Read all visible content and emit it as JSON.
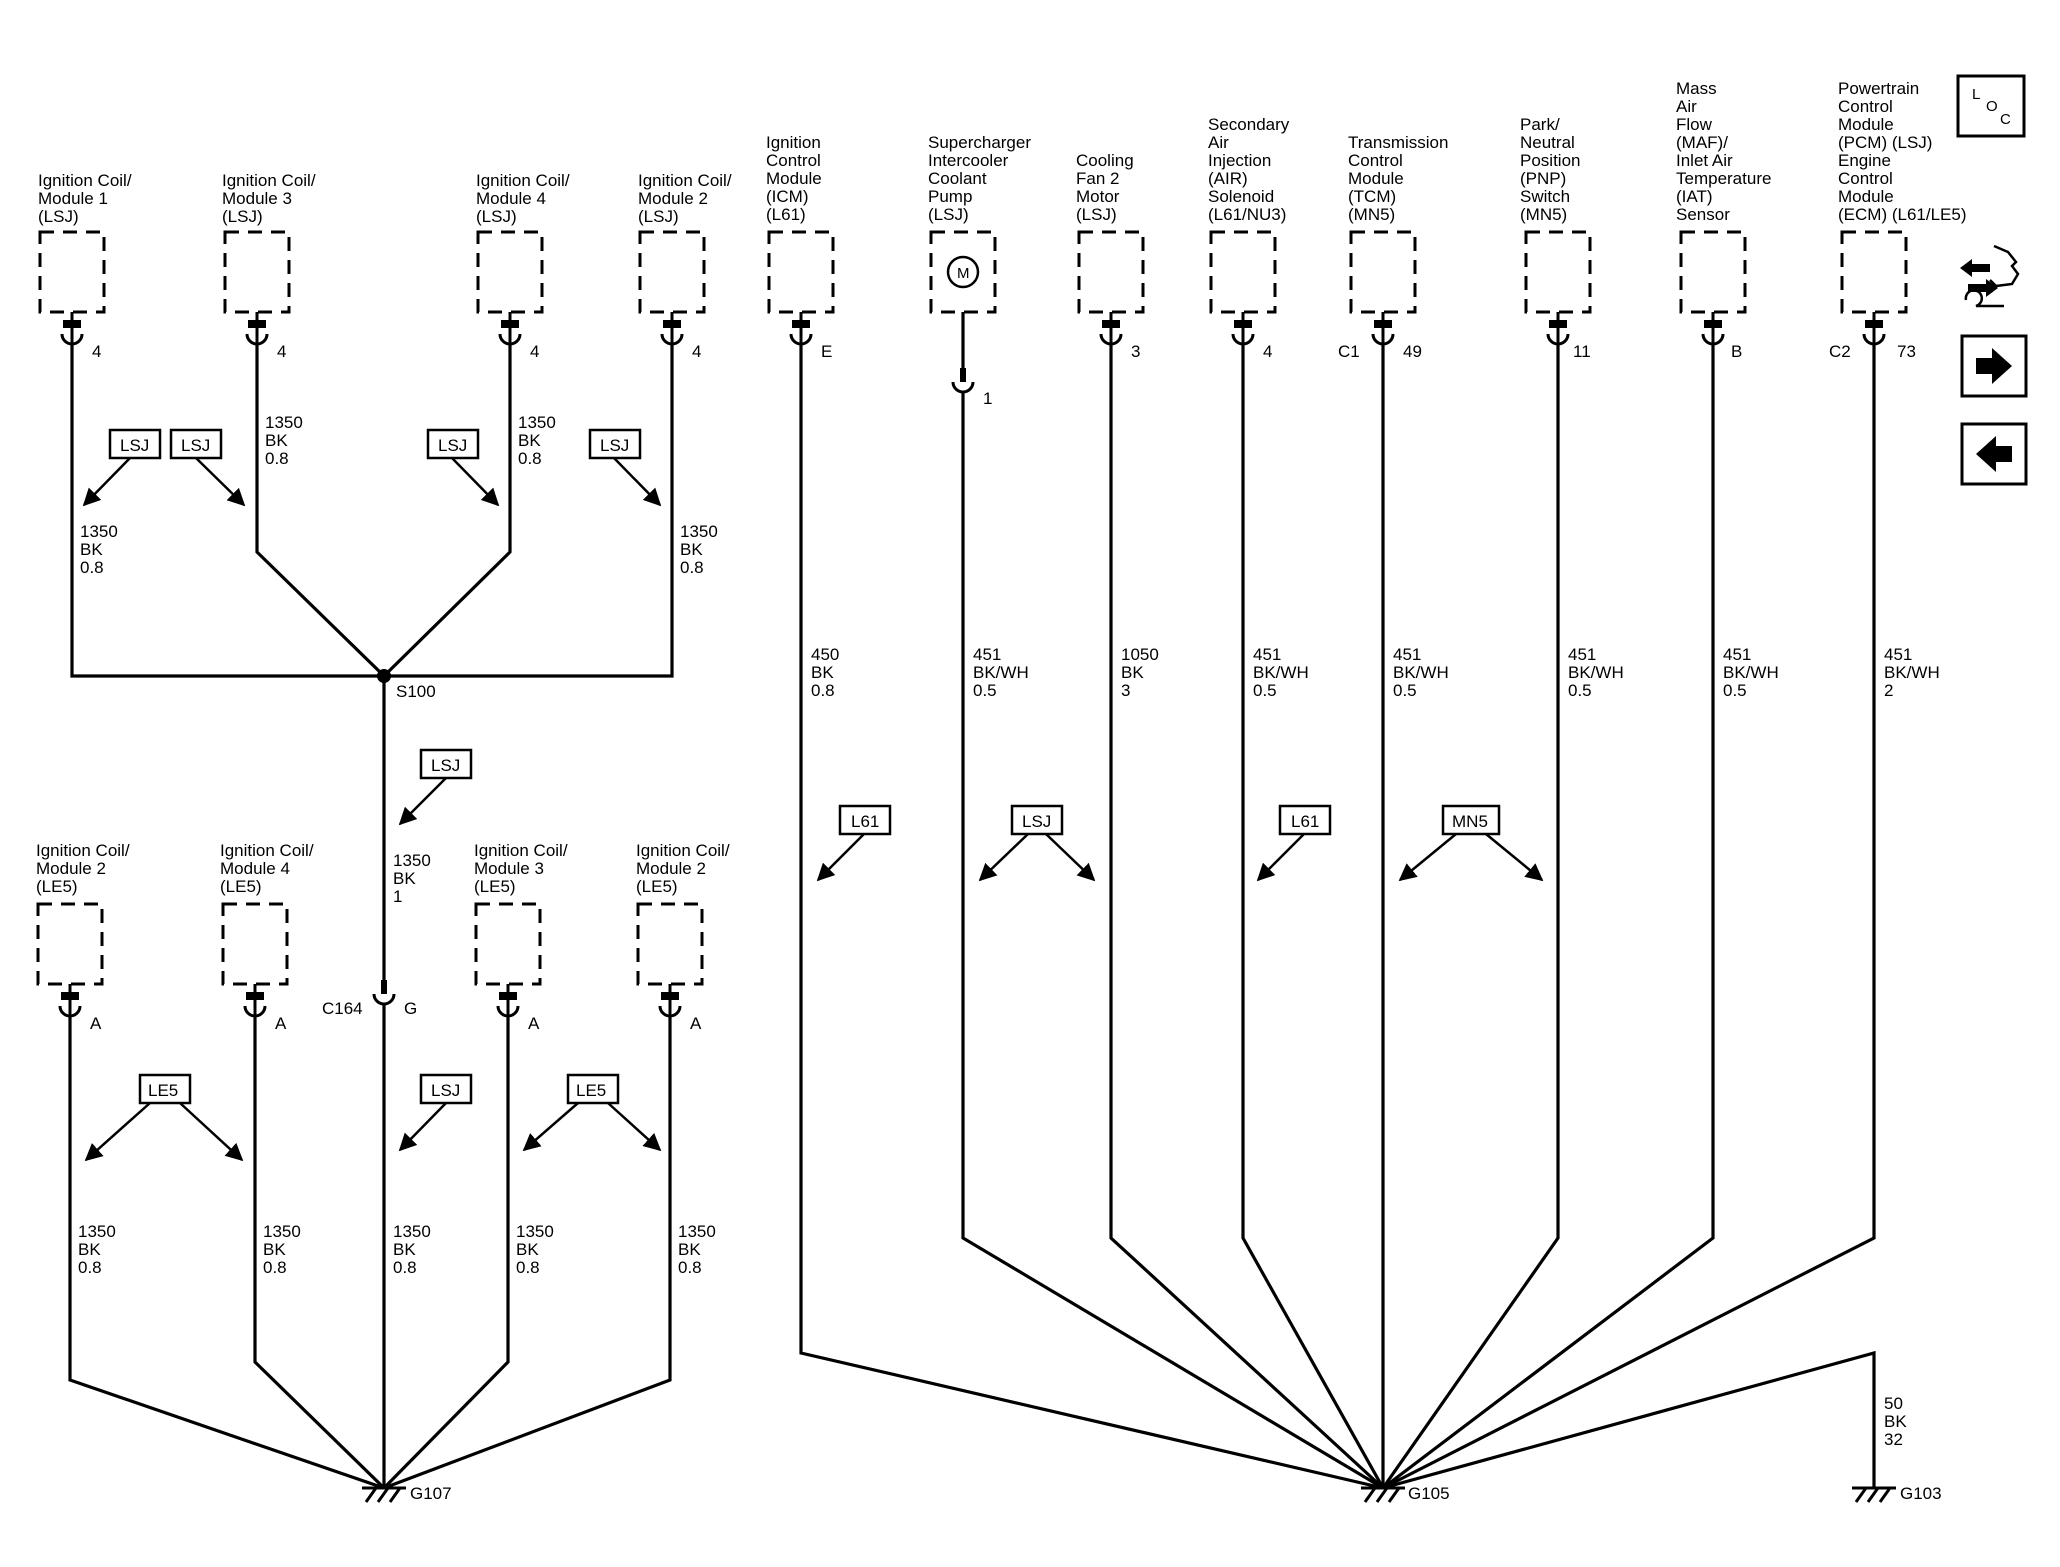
{
  "loc_button": {
    "l": "L",
    "o": "O",
    "c": "C"
  },
  "nav": {
    "icon_1": "harness-wrench-icon",
    "icon_2": "arrow-right-icon",
    "icon_3": "arrow-left-icon"
  },
  "components": [
    {
      "id": "coil1_lsj",
      "lines": [
        "Ignition Coil/",
        "Module 1",
        "(LSJ)"
      ],
      "pin": "4"
    },
    {
      "id": "coil3_lsj",
      "lines": [
        "Ignition Coil/",
        "Module 3",
        "(LSJ)"
      ],
      "pin": "4"
    },
    {
      "id": "coil4_lsj",
      "lines": [
        "Ignition Coil/",
        "Module 4",
        "(LSJ)"
      ],
      "pin": "4"
    },
    {
      "id": "coil2_lsj",
      "lines": [
        "Ignition Coil/",
        "Module 2",
        "(LSJ)"
      ],
      "pin": "4"
    },
    {
      "id": "icm",
      "lines": [
        "Ignition",
        "Control",
        "Module",
        "(ICM)",
        "(L61)"
      ],
      "pin": "E"
    },
    {
      "id": "sc_pump",
      "lines": [
        "Supercharger",
        "Intercooler",
        "Coolant",
        "Pump",
        "(LSJ)"
      ],
      "pin": "1",
      "motor": "M"
    },
    {
      "id": "fan2",
      "lines": [
        "Cooling",
        "Fan 2",
        "Motor",
        "(LSJ)"
      ],
      "pin": "3"
    },
    {
      "id": "air",
      "lines": [
        "Secondary",
        "Air",
        "Injection",
        "(AIR)",
        "Solenoid",
        "(L61/NU3)"
      ],
      "pin": "4"
    },
    {
      "id": "tcm",
      "lines": [
        "Transmission",
        "Control",
        "Module",
        "(TCM)",
        "(MN5)"
      ],
      "conn": "C1",
      "pin": "49"
    },
    {
      "id": "pnp",
      "lines": [
        "Park/",
        "Neutral",
        "Position",
        "(PNP)",
        "Switch",
        "(MN5)"
      ],
      "pin": "11"
    },
    {
      "id": "maf",
      "lines": [
        "Mass",
        "Air",
        "Flow",
        "(MAF)/",
        "Inlet Air",
        "Temperature",
        "(IAT)",
        "Sensor"
      ],
      "pin": "B"
    },
    {
      "id": "pcm",
      "lines": [
        "Powertrain",
        "Control",
        "Module",
        "(PCM) (LSJ)",
        "Engine",
        "Control",
        "Module",
        "(ECM) (L61/LE5)"
      ],
      "conn": "C2",
      "pin": "73"
    },
    {
      "id": "coil2_le5_a",
      "lines": [
        "Ignition Coil/",
        "Module 2",
        "(LE5)"
      ],
      "pin": "A"
    },
    {
      "id": "coil4_le5",
      "lines": [
        "Ignition Coil/",
        "Module 4",
        "(LE5)"
      ],
      "pin": "A"
    },
    {
      "id": "coil3_le5",
      "lines": [
        "Ignition Coil/",
        "Module 3",
        "(LE5)"
      ],
      "pin": "A"
    },
    {
      "id": "coil2_le5_b",
      "lines": [
        "Ignition Coil/",
        "Module 2",
        "(LE5)"
      ],
      "pin": "A"
    }
  ],
  "wire_labels": [
    {
      "id": "w_coil1_lsj",
      "lines": [
        "1350",
        "BK",
        "0.8"
      ]
    },
    {
      "id": "w_coil3_lsj",
      "lines": [
        "1350",
        "BK",
        "0.8"
      ]
    },
    {
      "id": "w_coil4_lsj",
      "lines": [
        "1350",
        "BK",
        "0.8"
      ]
    },
    {
      "id": "w_coil2_lsj",
      "lines": [
        "1350",
        "BK",
        "0.8"
      ]
    },
    {
      "id": "w_s100_c164",
      "lines": [
        "1350",
        "BK",
        "1"
      ]
    },
    {
      "id": "w_icm",
      "lines": [
        "450",
        "BK",
        "0.8"
      ]
    },
    {
      "id": "w_sc_pump",
      "lines": [
        "451",
        "BK/WH",
        "0.5"
      ]
    },
    {
      "id": "w_fan2",
      "lines": [
        "1050",
        "BK",
        "3"
      ]
    },
    {
      "id": "w_air",
      "lines": [
        "451",
        "BK/WH",
        "0.5"
      ]
    },
    {
      "id": "w_tcm",
      "lines": [
        "451",
        "BK/WH",
        "0.5"
      ]
    },
    {
      "id": "w_pnp",
      "lines": [
        "451",
        "BK/WH",
        "0.5"
      ]
    },
    {
      "id": "w_maf",
      "lines": [
        "451",
        "BK/WH",
        "0.5"
      ]
    },
    {
      "id": "w_pcm",
      "lines": [
        "451",
        "BK/WH",
        "2"
      ]
    },
    {
      "id": "w_coil2_le5_a",
      "lines": [
        "1350",
        "BK",
        "0.8"
      ]
    },
    {
      "id": "w_coil4_le5",
      "lines": [
        "1350",
        "BK",
        "0.8"
      ]
    },
    {
      "id": "w_c164_g107",
      "lines": [
        "1350",
        "BK",
        "0.8"
      ]
    },
    {
      "id": "w_coil3_le5",
      "lines": [
        "1350",
        "BK",
        "0.8"
      ]
    },
    {
      "id": "w_coil2_le5_b",
      "lines": [
        "1350",
        "BK",
        "0.8"
      ]
    },
    {
      "id": "w_g103",
      "lines": [
        "50",
        "BK",
        "32"
      ]
    }
  ],
  "option_tags": [
    "LSJ",
    "LSJ",
    "LSJ",
    "LSJ",
    "LSJ",
    "L61",
    "LSJ",
    "L61",
    "MN5",
    "LE5",
    "LSJ",
    "LE5"
  ],
  "splice": "S100",
  "inline_connector": {
    "name": "C164",
    "pin": "G"
  },
  "grounds": [
    "G107",
    "G105",
    "G103"
  ]
}
